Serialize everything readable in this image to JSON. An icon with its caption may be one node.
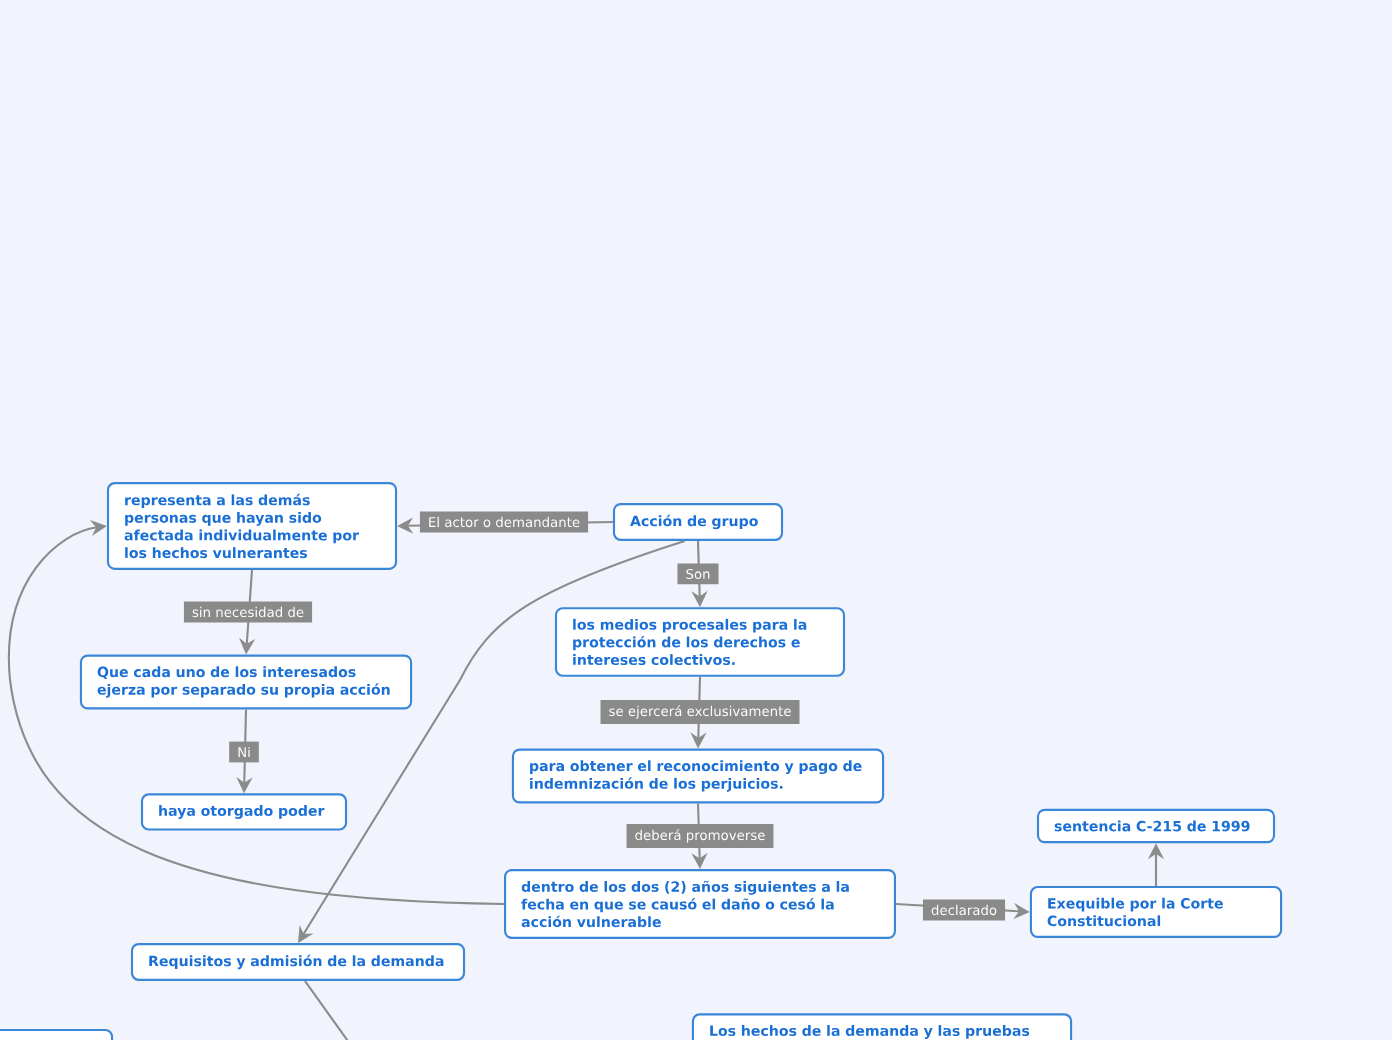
{
  "diagram": {
    "nodes": [
      {
        "text": [
          "Acción de grupo"
        ]
      },
      {
        "text": [
          "representa a las demás personas que hayan sido afectada individualmente por los hechos vulnerantes"
        ]
      },
      {
        "text": [
          "Que cada uno de los interesados ejerza por separado su propia acción"
        ]
      },
      {
        "text": [
          "haya otorgado poder"
        ]
      },
      {
        "text": [
          "los medios procesales para la protección de los derechos e intereses colectivos."
        ]
      },
      {
        "text": [
          "para obtener el reconocimiento y pago de indemnización de los perjuicios."
        ]
      },
      {
        "text": [
          "dentro de los dos (2) años siguientes a la fecha en que se causó el daño o cesó la acción vulnerable"
        ]
      },
      {
        "text": [
          "Exequible por la Corte Constitucional"
        ]
      },
      {
        "text": [
          "sentencia C-215 de 1999"
        ]
      },
      {
        "text": [
          "Requisitos y admisión de la demanda"
        ]
      },
      {
        "text": [],
        "shape": "box"
      },
      {
        "text": [
          "Los hechos de la demanda y las pruebas"
        ]
      }
    ],
    "edges": [
      {
        "from": 0,
        "to": 1,
        "arrow": "to",
        "label": "El actor o demandante"
      },
      {
        "from": 1,
        "to": 2,
        "arrow": "to",
        "label": "sin necesidad de"
      },
      {
        "from": 2,
        "to": 3,
        "arrow": "to",
        "label": "Ni"
      },
      {
        "from": 0,
        "to": 4,
        "arrow": "to",
        "label": "Son"
      },
      {
        "from": 4,
        "to": 5,
        "arrow": "to",
        "label": "se ejercerá exclusivamente"
      },
      {
        "from": 5,
        "to": 6,
        "arrow": "to",
        "label": "deberá promoverse"
      },
      {
        "from": 6,
        "to": 7,
        "arrow": "to",
        "label": "declarado"
      },
      {
        "from": 7,
        "to": 8,
        "arrow": "to"
      },
      {
        "from": 0,
        "to": 9,
        "arrow": "to"
      },
      {
        "from": 6,
        "to": 1,
        "arrow": "to"
      },
      {
        "from": 9,
        "to": null,
        "arrow": "none"
      }
    ]
  }
}
